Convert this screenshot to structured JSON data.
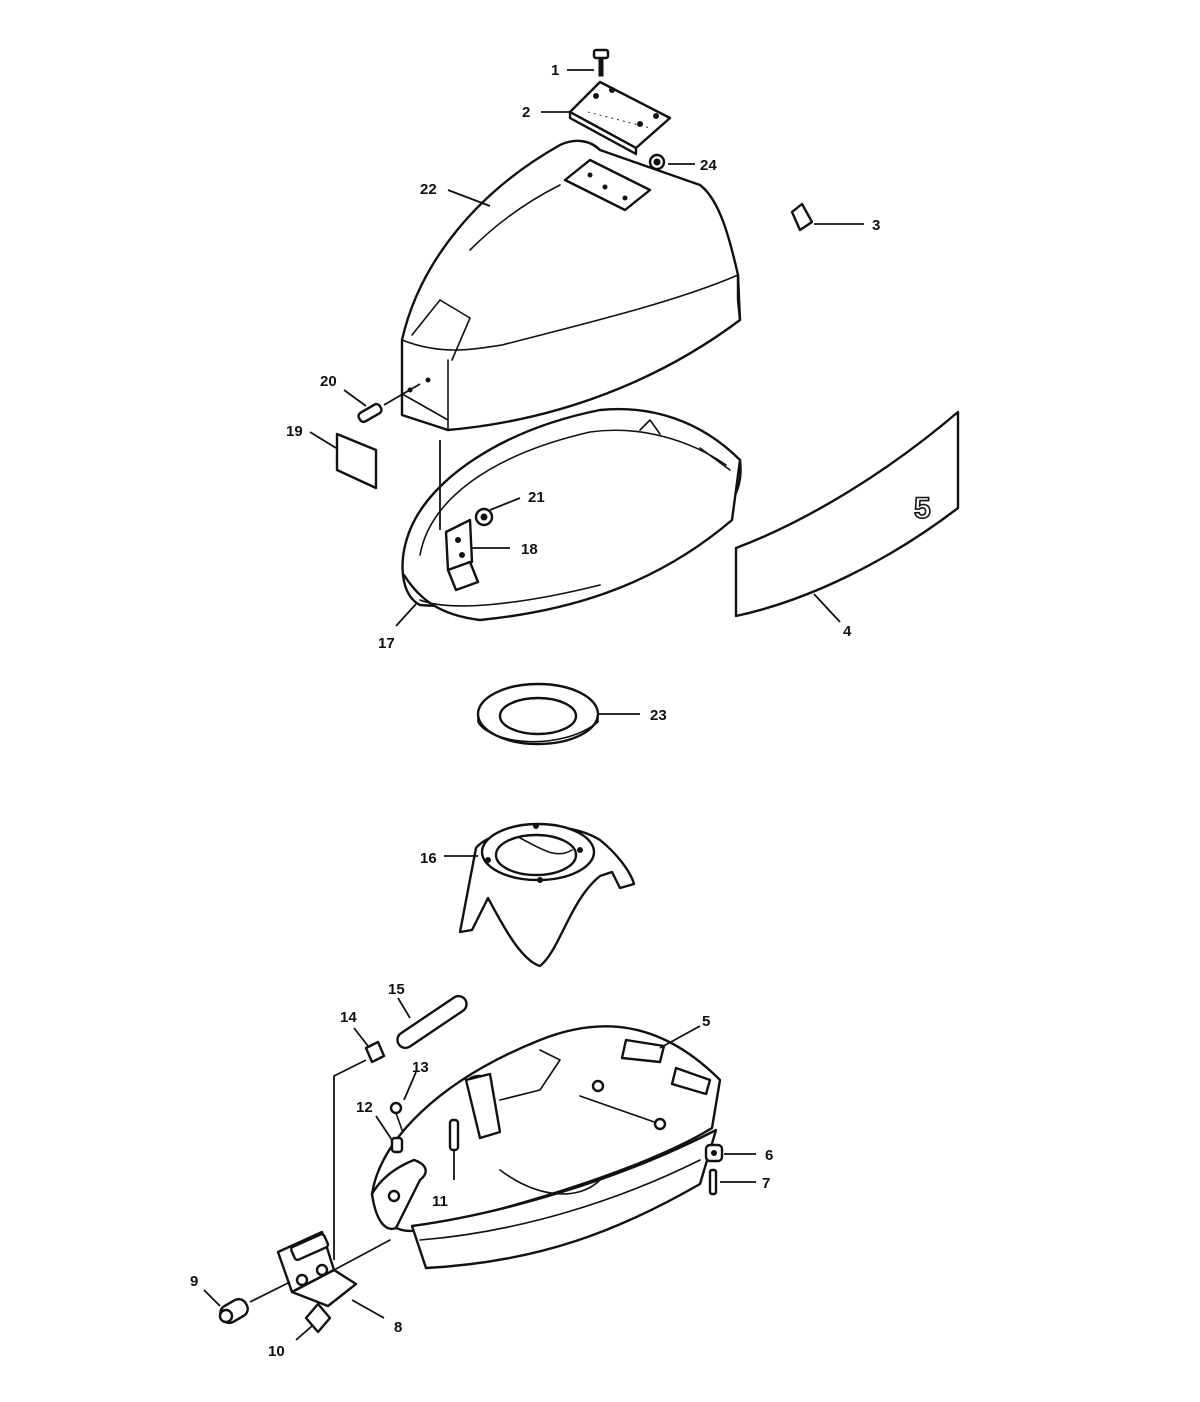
{
  "callouts": [
    {
      "id": "1",
      "text": "1"
    },
    {
      "id": "2",
      "text": "2"
    },
    {
      "id": "3",
      "text": "3"
    },
    {
      "id": "4",
      "text": "4"
    },
    {
      "id": "5",
      "text": "5"
    },
    {
      "id": "6",
      "text": "6"
    },
    {
      "id": "7",
      "text": "7"
    },
    {
      "id": "8",
      "text": "8"
    },
    {
      "id": "9",
      "text": "9"
    },
    {
      "id": "10",
      "text": "10"
    },
    {
      "id": "11",
      "text": "11"
    },
    {
      "id": "12",
      "text": "12"
    },
    {
      "id": "13",
      "text": "13"
    },
    {
      "id": "14",
      "text": "14"
    },
    {
      "id": "15",
      "text": "15"
    },
    {
      "id": "16",
      "text": "16"
    },
    {
      "id": "17",
      "text": "17"
    },
    {
      "id": "18",
      "text": "18"
    },
    {
      "id": "19",
      "text": "19"
    },
    {
      "id": "20",
      "text": "20"
    },
    {
      "id": "21",
      "text": "21"
    },
    {
      "id": "22",
      "text": "22"
    },
    {
      "id": "23",
      "text": "23"
    },
    {
      "id": "24",
      "text": "24"
    }
  ],
  "decal_text": "5",
  "colors": {
    "ink": "#111111",
    "paper": "#ffffff"
  }
}
